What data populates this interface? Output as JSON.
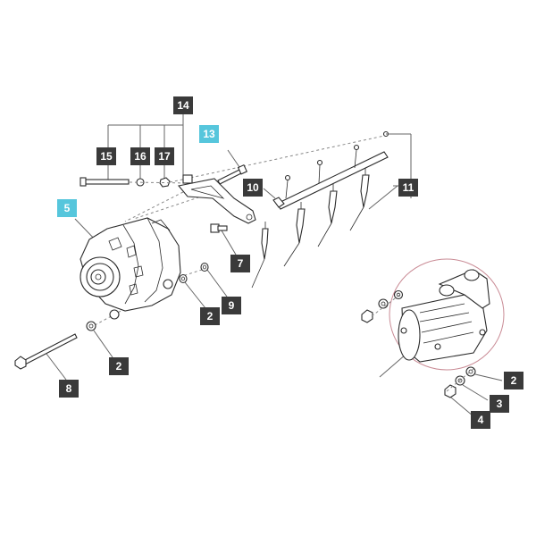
{
  "callouts": [
    {
      "id": "c14",
      "label": "14",
      "highlight": false
    },
    {
      "id": "c13",
      "label": "13",
      "highlight": true
    },
    {
      "id": "c15",
      "label": "15",
      "highlight": false
    },
    {
      "id": "c16",
      "label": "16",
      "highlight": false
    },
    {
      "id": "c17",
      "label": "17",
      "highlight": false
    },
    {
      "id": "c10",
      "label": "10",
      "highlight": false
    },
    {
      "id": "c11",
      "label": "11",
      "highlight": false
    },
    {
      "id": "c5",
      "label": "5",
      "highlight": true
    },
    {
      "id": "c7",
      "label": "7",
      "highlight": false
    },
    {
      "id": "c9",
      "label": "9",
      "highlight": false
    },
    {
      "id": "c2a",
      "label": "2",
      "highlight": false
    },
    {
      "id": "c2b",
      "label": "2",
      "highlight": false
    },
    {
      "id": "c8",
      "label": "8",
      "highlight": false
    },
    {
      "id": "c2c",
      "label": "2",
      "highlight": false
    },
    {
      "id": "c3",
      "label": "3",
      "highlight": false
    },
    {
      "id": "c4",
      "label": "4",
      "highlight": false
    }
  ],
  "colors": {
    "callout_bg": "#3a3a3a",
    "callout_highlight": "#56c6dc",
    "starter_ring": "#c98b95"
  }
}
